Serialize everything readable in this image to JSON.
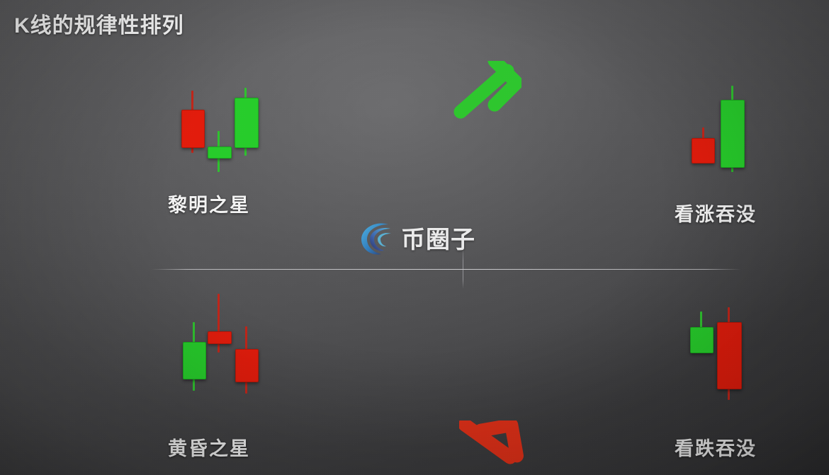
{
  "page": {
    "title": "K线的规律性排列",
    "background_color": "#4b4b4d",
    "bullish_color": "#27cc2b",
    "bearish_color": "#e21c0c",
    "title_color": "#ffffff"
  },
  "watermark": {
    "text": "币圈子",
    "logo_name": "spiral-logo",
    "logo_color_light": "#3aa6e0",
    "logo_color_dark": "#2b3a78"
  },
  "patterns": [
    {
      "id": "morning-star",
      "label": "黎明之星",
      "sentiment": "bullish",
      "candles": [
        {
          "direction": "down",
          "name": "candle-red-long"
        },
        {
          "direction": "up",
          "name": "candle-green-doji"
        },
        {
          "direction": "up",
          "name": "candle-green-long"
        }
      ]
    },
    {
      "id": "bullish-engulfing",
      "label": "看涨吞没",
      "sentiment": "bullish",
      "candles": [
        {
          "direction": "down",
          "name": "candle-red-small"
        },
        {
          "direction": "up",
          "name": "candle-green-engulfing"
        }
      ]
    },
    {
      "id": "evening-star",
      "label": "黄昏之星",
      "sentiment": "bearish",
      "candles": [
        {
          "direction": "up",
          "name": "candle-green-long"
        },
        {
          "direction": "down",
          "name": "candle-red-doji"
        },
        {
          "direction": "down",
          "name": "candle-red-long"
        }
      ]
    },
    {
      "id": "bearish-engulfing",
      "label": "看跌吞没",
      "sentiment": "bearish",
      "candles": [
        {
          "direction": "up",
          "name": "candle-green-small"
        },
        {
          "direction": "down",
          "name": "candle-red-engulfing"
        }
      ]
    }
  ],
  "arrows": [
    {
      "id": "up-arrow",
      "name": "arrow-up-right",
      "color": "#2ec62e",
      "direction": "up-right"
    },
    {
      "id": "down-arrow",
      "name": "arrow-down-right",
      "color": "#e03018",
      "direction": "down-right"
    }
  ]
}
